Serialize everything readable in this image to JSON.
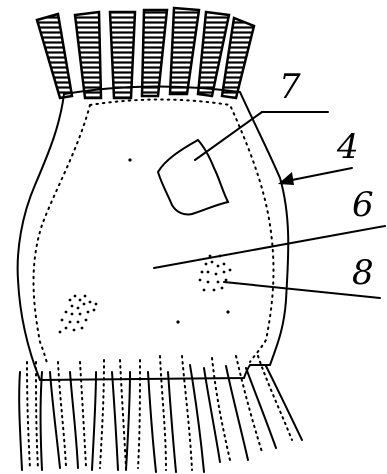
{
  "labels": {
    "nucleus": "7",
    "cell_membrane": "4",
    "cytoplasm": "6",
    "granules": "8"
  }
}
